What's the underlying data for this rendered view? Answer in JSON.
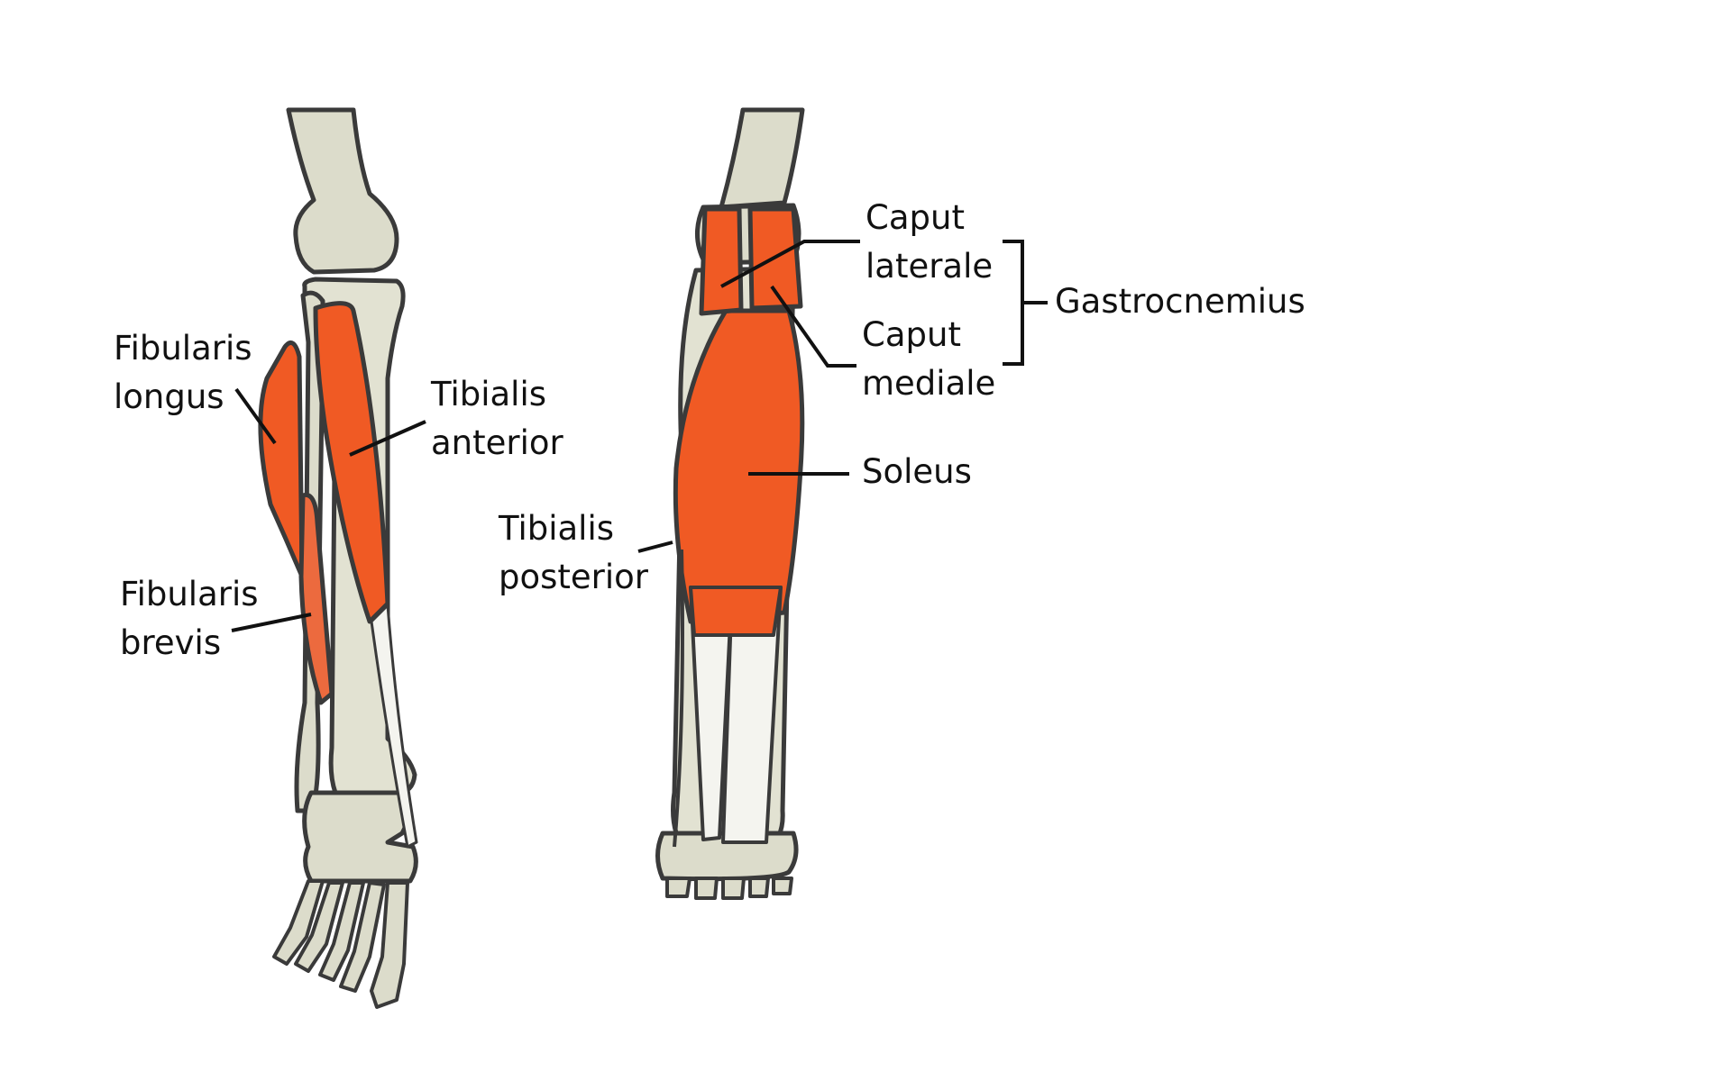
{
  "colors": {
    "muscle": "#f05a24",
    "muscle_dark": "#e2461a",
    "bone": "#dcdccb",
    "bone_light": "#ecece0",
    "tendon": "#f4f4ef",
    "outline": "#3a3a3a",
    "line": "#111111",
    "background": "#ffffff"
  },
  "labels": {
    "fibularis_longus": [
      "Fibularis",
      "longus"
    ],
    "tibialis_anterior": [
      "Tibialis",
      "anterior"
    ],
    "fibularis_brevis": [
      "Fibularis",
      "brevis"
    ],
    "tibialis_posterior": [
      "Tibialis",
      "posterior"
    ],
    "caput_laterale": [
      "Caput",
      "laterale"
    ],
    "caput_mediale": [
      "Caput",
      "mediale"
    ],
    "gastrocnemius": "Gastrocnemius",
    "soleus": "Soleus"
  }
}
